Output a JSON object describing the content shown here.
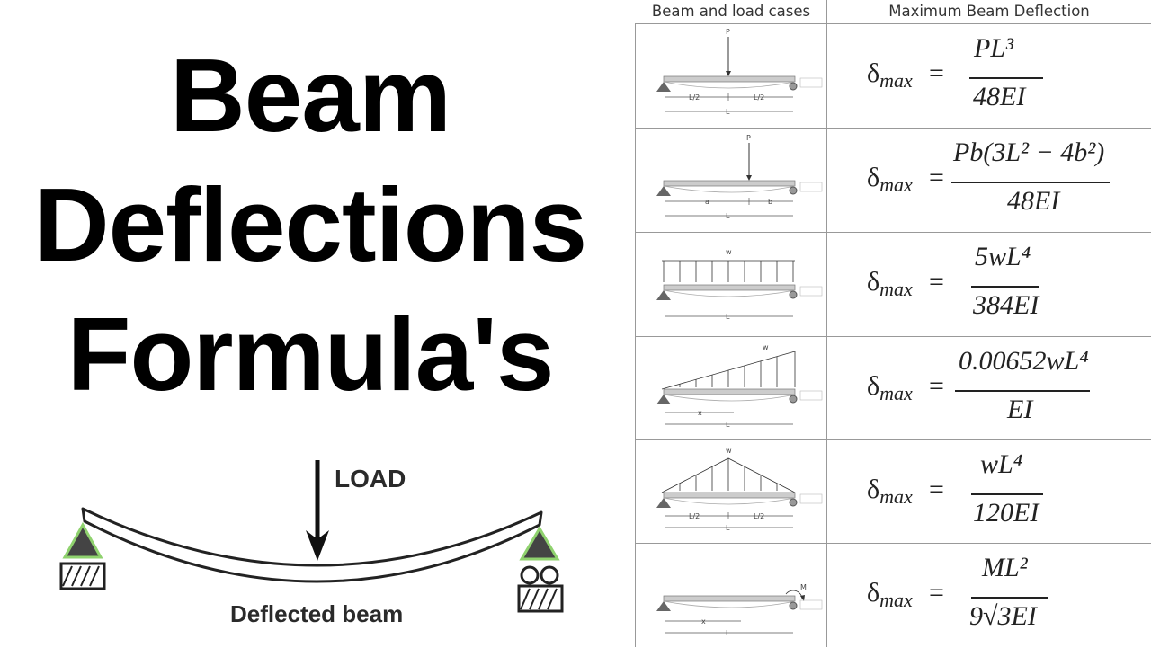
{
  "title": {
    "line1": "Beam",
    "line2": "Deflections",
    "line3": "Formula's"
  },
  "illustration": {
    "load_label": "LOAD",
    "beam_label": "Deflected beam"
  },
  "table": {
    "header_left": "Beam and load cases",
    "header_right": "Maximum Beam Deflection",
    "delta_symbol": "δ",
    "delta_subscript": "max",
    "equals": "=",
    "rows": [
      {
        "case": "Simply supported, point load P at midspan",
        "labels": {
          "load": "P",
          "seg_a": "L/2",
          "seg_b": "L/2",
          "span": "L"
        },
        "numerator": "PL³",
        "denominator": "48EI"
      },
      {
        "case": "Simply supported, point load P at distance a",
        "labels": {
          "load": "P",
          "seg_a": "a",
          "seg_b": "b",
          "span": "L"
        },
        "numerator": "Pb(3L² − 4b²)",
        "denominator": "48EI"
      },
      {
        "case": "Simply supported, uniform load w",
        "labels": {
          "load": "w",
          "span": "L"
        },
        "numerator": "5wL⁴",
        "denominator": "384EI"
      },
      {
        "case": "Simply supported, triangular (increasing) load w",
        "labels": {
          "load": "w",
          "seg_a": "x",
          "span": "L"
        },
        "numerator": "0.00652wL⁴",
        "denominator": "EI"
      },
      {
        "case": "Simply supported, symmetric triangular load w",
        "labels": {
          "load": "w",
          "seg_a": "L/2",
          "seg_b": "L/2",
          "span": "L"
        },
        "numerator": "wL⁴",
        "denominator": "120EI"
      },
      {
        "case": "Simply supported, end moment M",
        "labels": {
          "load": "M",
          "seg_a": "x",
          "span": "L"
        },
        "numerator": "ML²",
        "denominator": "9√3EI"
      }
    ]
  },
  "colors": {
    "background": "#ffffff",
    "text": "#000000",
    "grid": "#999999",
    "support_highlight": "#8fd26e"
  }
}
